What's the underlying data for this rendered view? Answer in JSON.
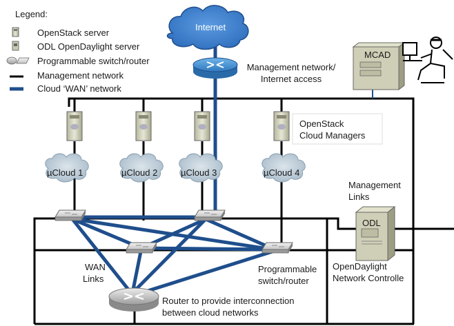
{
  "legend": {
    "title": "Legend:",
    "items": [
      {
        "icon": "openstack-server-icon",
        "label": "OpenStack server"
      },
      {
        "icon": "odl-server-icon",
        "label": "ODL OpenDaylight server"
      },
      {
        "icon": "programmable-switch-icon",
        "label": "Programmable switch/router"
      },
      {
        "icon": "management-line-icon",
        "label": "Management network"
      },
      {
        "icon": "wan-line-icon",
        "label": "Cloud ‘WAN’ network"
      }
    ]
  },
  "internet_label": "Internet",
  "gateway_label_line1": "Management network/",
  "gateway_label_line2": "Internet access",
  "mcad_label": "MCAD",
  "clouds": [
    {
      "label": "µCloud 1"
    },
    {
      "label": "µCloud 2"
    },
    {
      "label": "µCloud 3"
    },
    {
      "label": "µCloud 4"
    }
  ],
  "openstack_managers_line1": "OpenStack",
  "openstack_managers_line2": "Cloud Managers",
  "management_links_line1": "Management",
  "management_links_line2": "Links",
  "odl_label": "ODL",
  "odl_caption_line1": "OpenDaylight",
  "odl_caption_line2": "Network Controlle",
  "wan_links_line1": "WAN",
  "wan_links_line2": "Links",
  "switch_caption_line1": "Programmable",
  "switch_caption_line2": "switch/router",
  "router_caption_line1": "Router to provide interconnection",
  "router_caption_line2": "between cloud networks",
  "colors": {
    "wan": "#1f4e8c",
    "management": "#000000",
    "cloud_fill": "#b9c8d3",
    "internet_fill": "#3a7fd0",
    "server_fill": "#d6d6c2"
  }
}
